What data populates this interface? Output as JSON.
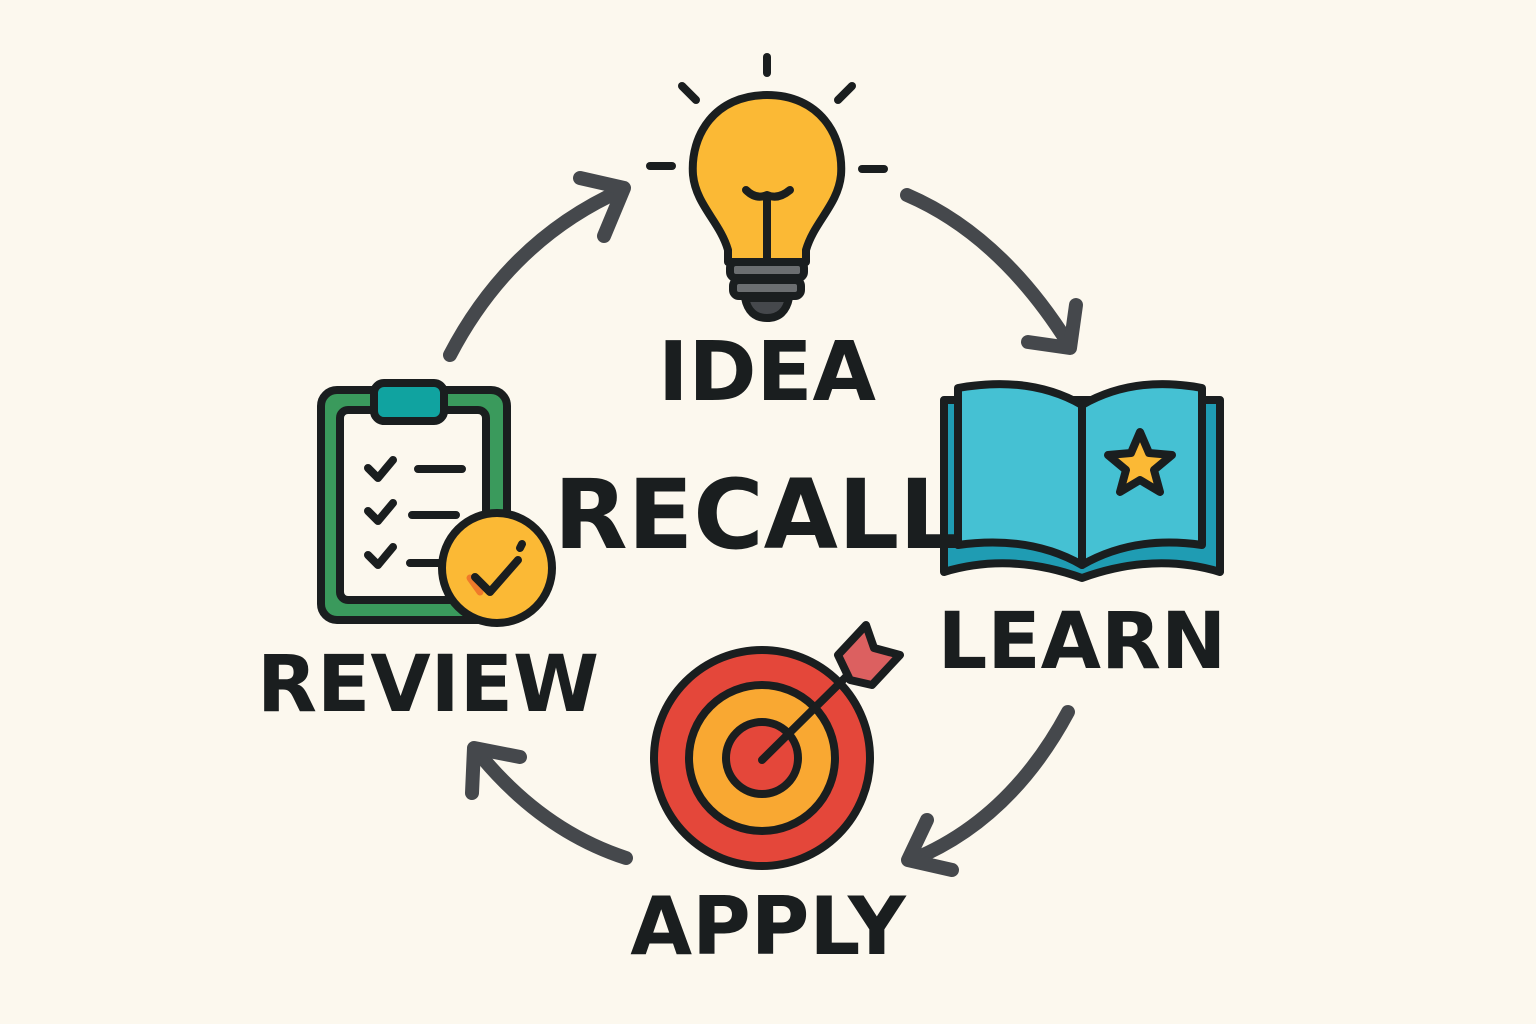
{
  "diagram": {
    "type": "cycle",
    "center_label": "RECALL",
    "stages": [
      {
        "label": "IDEA",
        "icon": "lightbulb-icon"
      },
      {
        "label": "LEARN",
        "icon": "open-book-icon"
      },
      {
        "label": "APPLY",
        "icon": "target-icon"
      },
      {
        "label": "REVIEW",
        "icon": "clipboard-checklist-icon"
      }
    ],
    "colors": {
      "background": "#fcf8ee",
      "text": "#1a1e1f",
      "arrow": "#45484c",
      "bulb": "#fbb935",
      "book": "#45c1d3",
      "target_red": "#e4473a",
      "target_orange": "#f9a832",
      "clipboard_green": "#3a9a5c",
      "clip_teal": "#10a3a0"
    }
  }
}
